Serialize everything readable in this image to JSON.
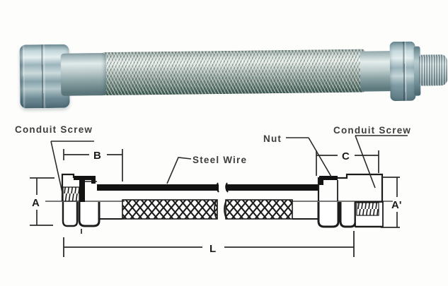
{
  "figure": {
    "photo_alt": "braided flexible conduit hose with end fittings",
    "colors": {
      "paper": "#fdfdfc",
      "line": "#1f1f1f",
      "steel_light": "#e6ebe6",
      "steel_mid": "#b7c2bd",
      "steel_dark": "#4a655d",
      "fitting_blue": "#9cb4bc",
      "fitting_teal": "#5e797d"
    }
  },
  "diagram": {
    "labels": {
      "conduit_screw_left": "Conduit Screw",
      "steel_wire": "Steel Wire",
      "nut": "Nut",
      "conduit_screw_right": "Conduit Screw"
    },
    "dimensions": {
      "a": "A",
      "b": "B",
      "c": "C",
      "a_prime": "A'",
      "length": "L"
    }
  }
}
